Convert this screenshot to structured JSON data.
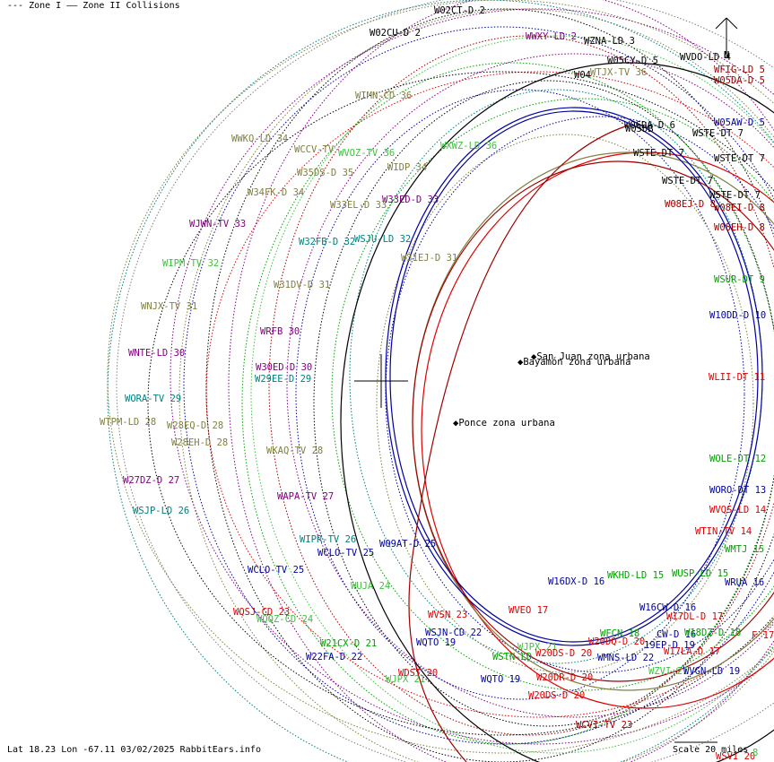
{
  "legend": {
    "zone1": "--- Zone I",
    "zone2": "—— Zone II Collisions"
  },
  "footer": {
    "coords": "Lat 18.23 Lon -67.11 03/02/2025 RabbitEars.info"
  },
  "scale": {
    "label": "Scale 20 miles"
  },
  "compass": {
    "label": "N"
  },
  "cities": [
    {
      "name": "San Juan zona urbana"
    },
    {
      "name": "Bayamón zona urbana"
    },
    {
      "name": "Ponce zona urbana"
    }
  ],
  "colors": {
    "olive": "#808040",
    "navy": "#0000a0",
    "maroon": "#a00000",
    "red": "#e00000",
    "green": "#00a000",
    "lime": "#40c040",
    "purple": "#800080",
    "teal": "#008080",
    "black": "#000000",
    "gray": "#808080"
  },
  "stations": [
    {
      "label": "W02CT-D 2",
      "color": "#000000"
    },
    {
      "label": "W02CU-D 2",
      "color": "#000000"
    },
    {
      "label": "WWXY-LD 2",
      "color": "#800080"
    },
    {
      "label": "WZNA-LD 3",
      "color": "#000000"
    },
    {
      "label": "W05CY-D 5",
      "color": "#000000"
    },
    {
      "label": "WVDO-LD 4",
      "color": "#000000"
    },
    {
      "label": "WFIG-LD 5",
      "color": "#a00000"
    },
    {
      "label": "WTJX-TV 36",
      "color": "#808040"
    },
    {
      "label": "W05DA-D 5",
      "color": "#a00000"
    },
    {
      "label": "W04",
      "color": "#000000"
    },
    {
      "label": "WIMN-CD 36",
      "color": "#808040"
    },
    {
      "label": "W05AW-D 5",
      "color": "#0000a0"
    },
    {
      "label": "W06DA-D 6",
      "color": "#000000"
    },
    {
      "label": "W05DB",
      "color": "#000000"
    },
    {
      "label": "WSTE-DT 7",
      "color": "#000000"
    },
    {
      "label": "WWKQ-LD 34",
      "color": "#808040"
    },
    {
      "label": "WCCV-TV",
      "color": "#808040"
    },
    {
      "label": "WVOZ-TV 36",
      "color": "#40c040"
    },
    {
      "label": "WXWZ-LD 36",
      "color": "#40c040"
    },
    {
      "label": "WSTE-DT 7",
      "color": "#000000"
    },
    {
      "label": "WSTE-DT 7",
      "color": "#000000"
    },
    {
      "label": "W35DS-D 35",
      "color": "#808040"
    },
    {
      "label": "WIDP 34",
      "color": "#808040"
    },
    {
      "label": "WSTE-DT 7",
      "color": "#000000"
    },
    {
      "label": "W34FK-D 34",
      "color": "#808040"
    },
    {
      "label": "W33ED-D 33",
      "color": "#800080"
    },
    {
      "label": "WSTE-DT 7",
      "color": "#000000"
    },
    {
      "label": "W33EL-D 33",
      "color": "#808040"
    },
    {
      "label": "W08EJ-D 8",
      "color": "#a00000"
    },
    {
      "label": "W08EI-D 8",
      "color": "#a00000"
    },
    {
      "label": "WJWN-TV 33",
      "color": "#800080"
    },
    {
      "label": "W32FB-D 32",
      "color": "#008080"
    },
    {
      "label": "WSJU-LD 32",
      "color": "#008080"
    },
    {
      "label": "W08EH-D 8",
      "color": "#a00000"
    },
    {
      "label": "WIPM-TV 32",
      "color": "#40c040"
    },
    {
      "label": "W31EJ-D 31",
      "color": "#808040"
    },
    {
      "label": "WSUR-DT 9",
      "color": "#00a000"
    },
    {
      "label": "W31DV-D 31",
      "color": "#808040"
    },
    {
      "label": "WNJX-TV 31",
      "color": "#808040"
    },
    {
      "label": "W10DD-D 10",
      "color": "#0000a0"
    },
    {
      "label": "WRFB 30",
      "color": "#800080"
    },
    {
      "label": "WNTE-LD 30",
      "color": "#800080"
    },
    {
      "label": "W30ED-D 30",
      "color": "#800080"
    },
    {
      "label": "WLII-DT 11",
      "color": "#e00000"
    },
    {
      "label": "W29EE-D 29",
      "color": "#008080"
    },
    {
      "label": "WORA-TV 29",
      "color": "#008080"
    },
    {
      "label": "WTPM-LD 28",
      "color": "#808040"
    },
    {
      "label": "W28EQ-D 28",
      "color": "#808040"
    },
    {
      "label": "W28EH-D 28",
      "color": "#808040"
    },
    {
      "label": "WKAQ-TV 28",
      "color": "#808040"
    },
    {
      "label": "WOLE-DT 12",
      "color": "#00a000"
    },
    {
      "label": "W27DZ-D 27",
      "color": "#800080"
    },
    {
      "label": "WORO-DT 13",
      "color": "#0000a0"
    },
    {
      "label": "WAPA-TV 27",
      "color": "#800080"
    },
    {
      "label": "WSJP-LD 26",
      "color": "#008080"
    },
    {
      "label": "WVQS-LD 14",
      "color": "#e00000"
    },
    {
      "label": "WTIN-TV 14",
      "color": "#e00000"
    },
    {
      "label": "WIPR-TV 26",
      "color": "#008080"
    },
    {
      "label": "W09AT-D 25",
      "color": "#0000a0"
    },
    {
      "label": "WCLO-TV 25",
      "color": "#0000a0"
    },
    {
      "label": "WMTJ 15",
      "color": "#00a000"
    },
    {
      "label": "WCLO-TV 25",
      "color": "#0000a0"
    },
    {
      "label": "WKHD-LD 15",
      "color": "#00a000"
    },
    {
      "label": "WUSP-LD 15",
      "color": "#00a000"
    },
    {
      "label": "W16DX-D 16",
      "color": "#0000a0"
    },
    {
      "label": "WRUA 16",
      "color": "#0000a0"
    },
    {
      "label": "WUJA 24",
      "color": "#40c040"
    },
    {
      "label": "WVEO 17",
      "color": "#e00000"
    },
    {
      "label": "W16CW-D 16",
      "color": "#0000a0"
    },
    {
      "label": "WQSJ-CD 23",
      "color": "#e00000"
    },
    {
      "label": "WVSN 23",
      "color": "#e00000"
    },
    {
      "label": "W17DL-D 17",
      "color": "#e00000"
    },
    {
      "label": "WQQZ-CD 24",
      "color": "#40c040"
    },
    {
      "label": "WFCN 18",
      "color": "#00a000"
    },
    {
      "label": "CW-D 16",
      "color": "#0000a0"
    },
    {
      "label": "W18DZ-D 18",
      "color": "#00a000"
    },
    {
      "label": "F 17",
      "color": "#e00000"
    },
    {
      "label": "WSJN-CD 22",
      "color": "#0000a0"
    },
    {
      "label": "W20DQ-D 20",
      "color": "#e00000"
    },
    {
      "label": "19EP-D 19",
      "color": "#0000a0"
    },
    {
      "label": "W21CX-D 21",
      "color": "#00a000"
    },
    {
      "label": "WQTO 19",
      "color": "#0000a0"
    },
    {
      "label": "WJPX 21",
      "color": "#40c040"
    },
    {
      "label": "W17LA-D 17",
      "color": "#e00000"
    },
    {
      "label": "W22FA-D 22",
      "color": "#0000a0"
    },
    {
      "label": "WSTN-LD",
      "color": "#00a000"
    },
    {
      "label": "W20DS-D 20",
      "color": "#e00000"
    },
    {
      "label": "WMNS-LD 22",
      "color": "#0000a0"
    },
    {
      "label": "WZVI 21",
      "color": "#40c040"
    },
    {
      "label": "WVGN-LD 19",
      "color": "#0000a0"
    },
    {
      "label": "WDST 20",
      "color": "#e00000"
    },
    {
      "label": "WJPX 21",
      "color": "#40c040"
    },
    {
      "label": "WQTO 19",
      "color": "#0000a0"
    },
    {
      "label": "W20DR-D 20",
      "color": "#e00000"
    },
    {
      "label": "W20DS-D 20",
      "color": "#e00000"
    },
    {
      "label": "WCVI-TV 23",
      "color": "#a00000"
    },
    {
      "label": "WSVI 20",
      "color": "#e00000"
    },
    {
      "label": "8",
      "color": "#40c040"
    }
  ]
}
